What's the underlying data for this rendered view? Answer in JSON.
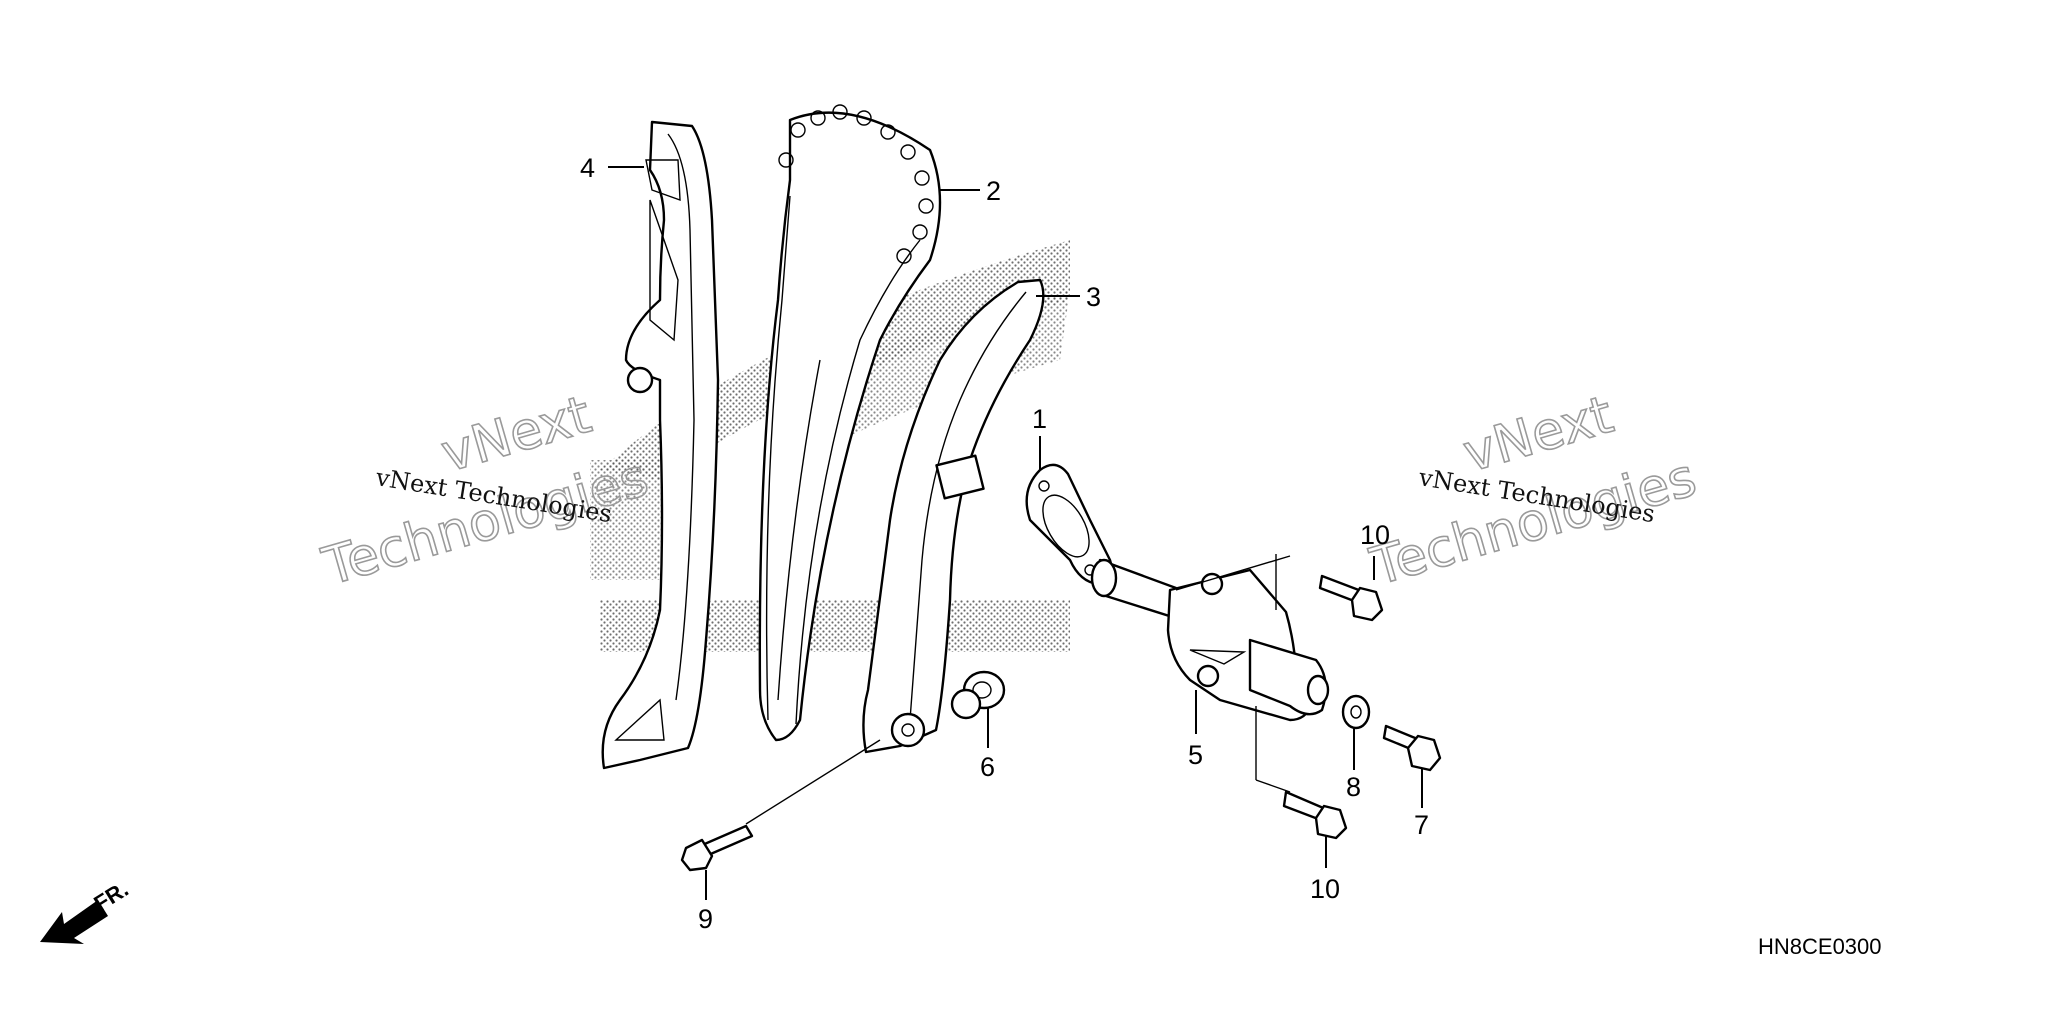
{
  "diagram": {
    "callouts": {
      "c1": "1",
      "c2": "2",
      "c3": "3",
      "c4": "4",
      "c5": "5",
      "c6": "6",
      "c7": "7",
      "c8": "8",
      "c9": "9",
      "c10a": "10",
      "c10b": "10"
    },
    "diagram_code": "HN8CE0300",
    "front_label": "FR.",
    "watermark": {
      "small": "vNext Technologies",
      "big_line1": "vNext",
      "big_line2": "Technologies"
    },
    "colors": {
      "ink": "#000000",
      "watermark_outline": "#9a9a9a",
      "dot_pattern": "#555555"
    },
    "icons": [
      "front-arrow-icon"
    ]
  }
}
